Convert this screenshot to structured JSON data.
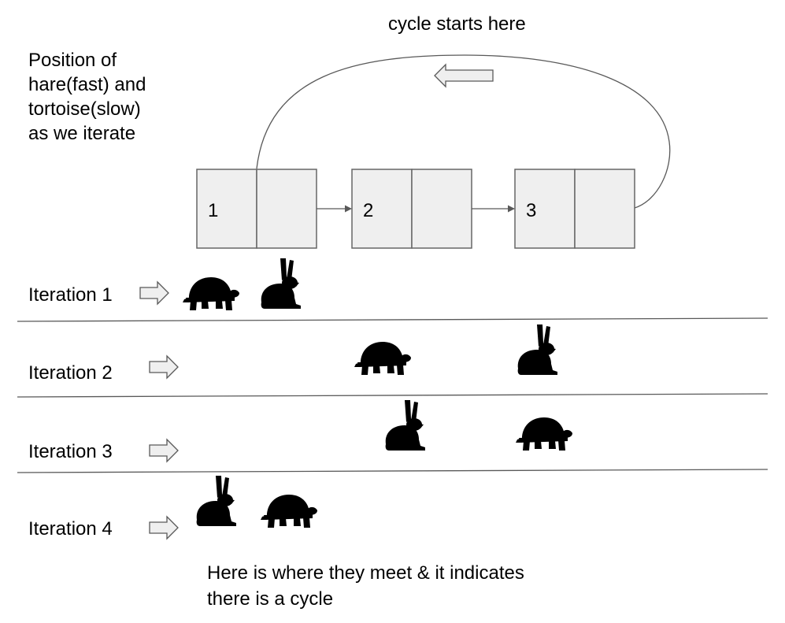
{
  "caption": {
    "lines": [
      "Position of",
      "hare(fast) and",
      "tortoise(slow)",
      "as we iterate"
    ]
  },
  "cycle_label": "cycle starts here",
  "nodes": [
    {
      "label": "1"
    },
    {
      "label": "2"
    },
    {
      "label": "3"
    }
  ],
  "iterations": [
    {
      "label": "Iteration 1",
      "order": [
        "tortoise",
        "hare"
      ]
    },
    {
      "label": "Iteration 2",
      "order": [
        "tortoise",
        "hare"
      ]
    },
    {
      "label": "Iteration 3",
      "order": [
        "hare",
        "tortoise"
      ]
    },
    {
      "label": "Iteration 4",
      "order": [
        "hare",
        "tortoise"
      ]
    }
  ],
  "conclusion": {
    "lines": [
      "Here is where they meet & it indicates",
      "there is a cycle"
    ]
  },
  "icons": {
    "tortoise": "tortoise-icon",
    "hare": "hare-icon",
    "arrow": "right-arrow-icon"
  },
  "colors": {
    "node_fill": "#efefef",
    "stroke": "#595959",
    "animal": "#000000"
  }
}
